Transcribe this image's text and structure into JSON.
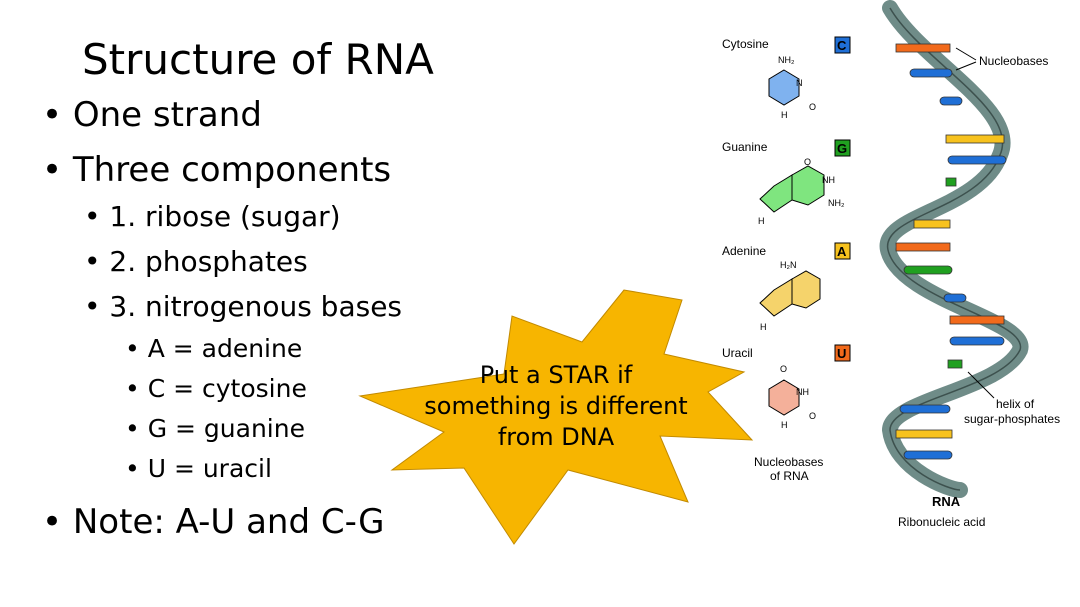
{
  "slide": {
    "title": "Structure of RNA",
    "bullets": {
      "one_strand": "One strand",
      "three_components": "Three components",
      "ribose": "1. ribose (sugar)",
      "phosphates": "2. phosphates",
      "bases": "3. nitrogenous bases",
      "a": "A = adenine",
      "c": "C = cytosine",
      "g": "G = guanine",
      "u": "U = uracil",
      "note": "Note: A-U and C-G"
    },
    "callout": {
      "line1": "Put a STAR if",
      "line2": "something is different",
      "line3": "from DNA"
    },
    "figure": {
      "cytosine": "Cytosine",
      "cytosine_letter": "C",
      "guanine": "Guanine",
      "guanine_letter": "G",
      "adenine": "Adenine",
      "adenine_letter": "A",
      "uracil": "Uracil",
      "uracil_letter": "U",
      "nucleobases_of_rna_1": "Nucleobases",
      "nucleobases_of_rna_2": "of RNA",
      "nucleobases_label": "Nucleobases",
      "helix_label_1": "helix of",
      "helix_label_2": "sugar-phosphates",
      "rna": "RNA",
      "ribonucleic_acid": "Ribonucleic acid",
      "nh2": "NH₂",
      "nh": "NH",
      "n": "N",
      "h": "H",
      "o": "O",
      "h2n": "H₂N"
    },
    "colors": {
      "cytosine": "#7fb2ef",
      "guanine": "#7fe57f",
      "adenine": "#f5d36b",
      "uracil": "#f4b09a",
      "helix": "#6f8c88",
      "star": "#f7b500",
      "orange_base": "#f26a1b",
      "blue_base": "#1f6fd6",
      "yellow_base": "#f7c21e",
      "green_base": "#20a020"
    }
  }
}
